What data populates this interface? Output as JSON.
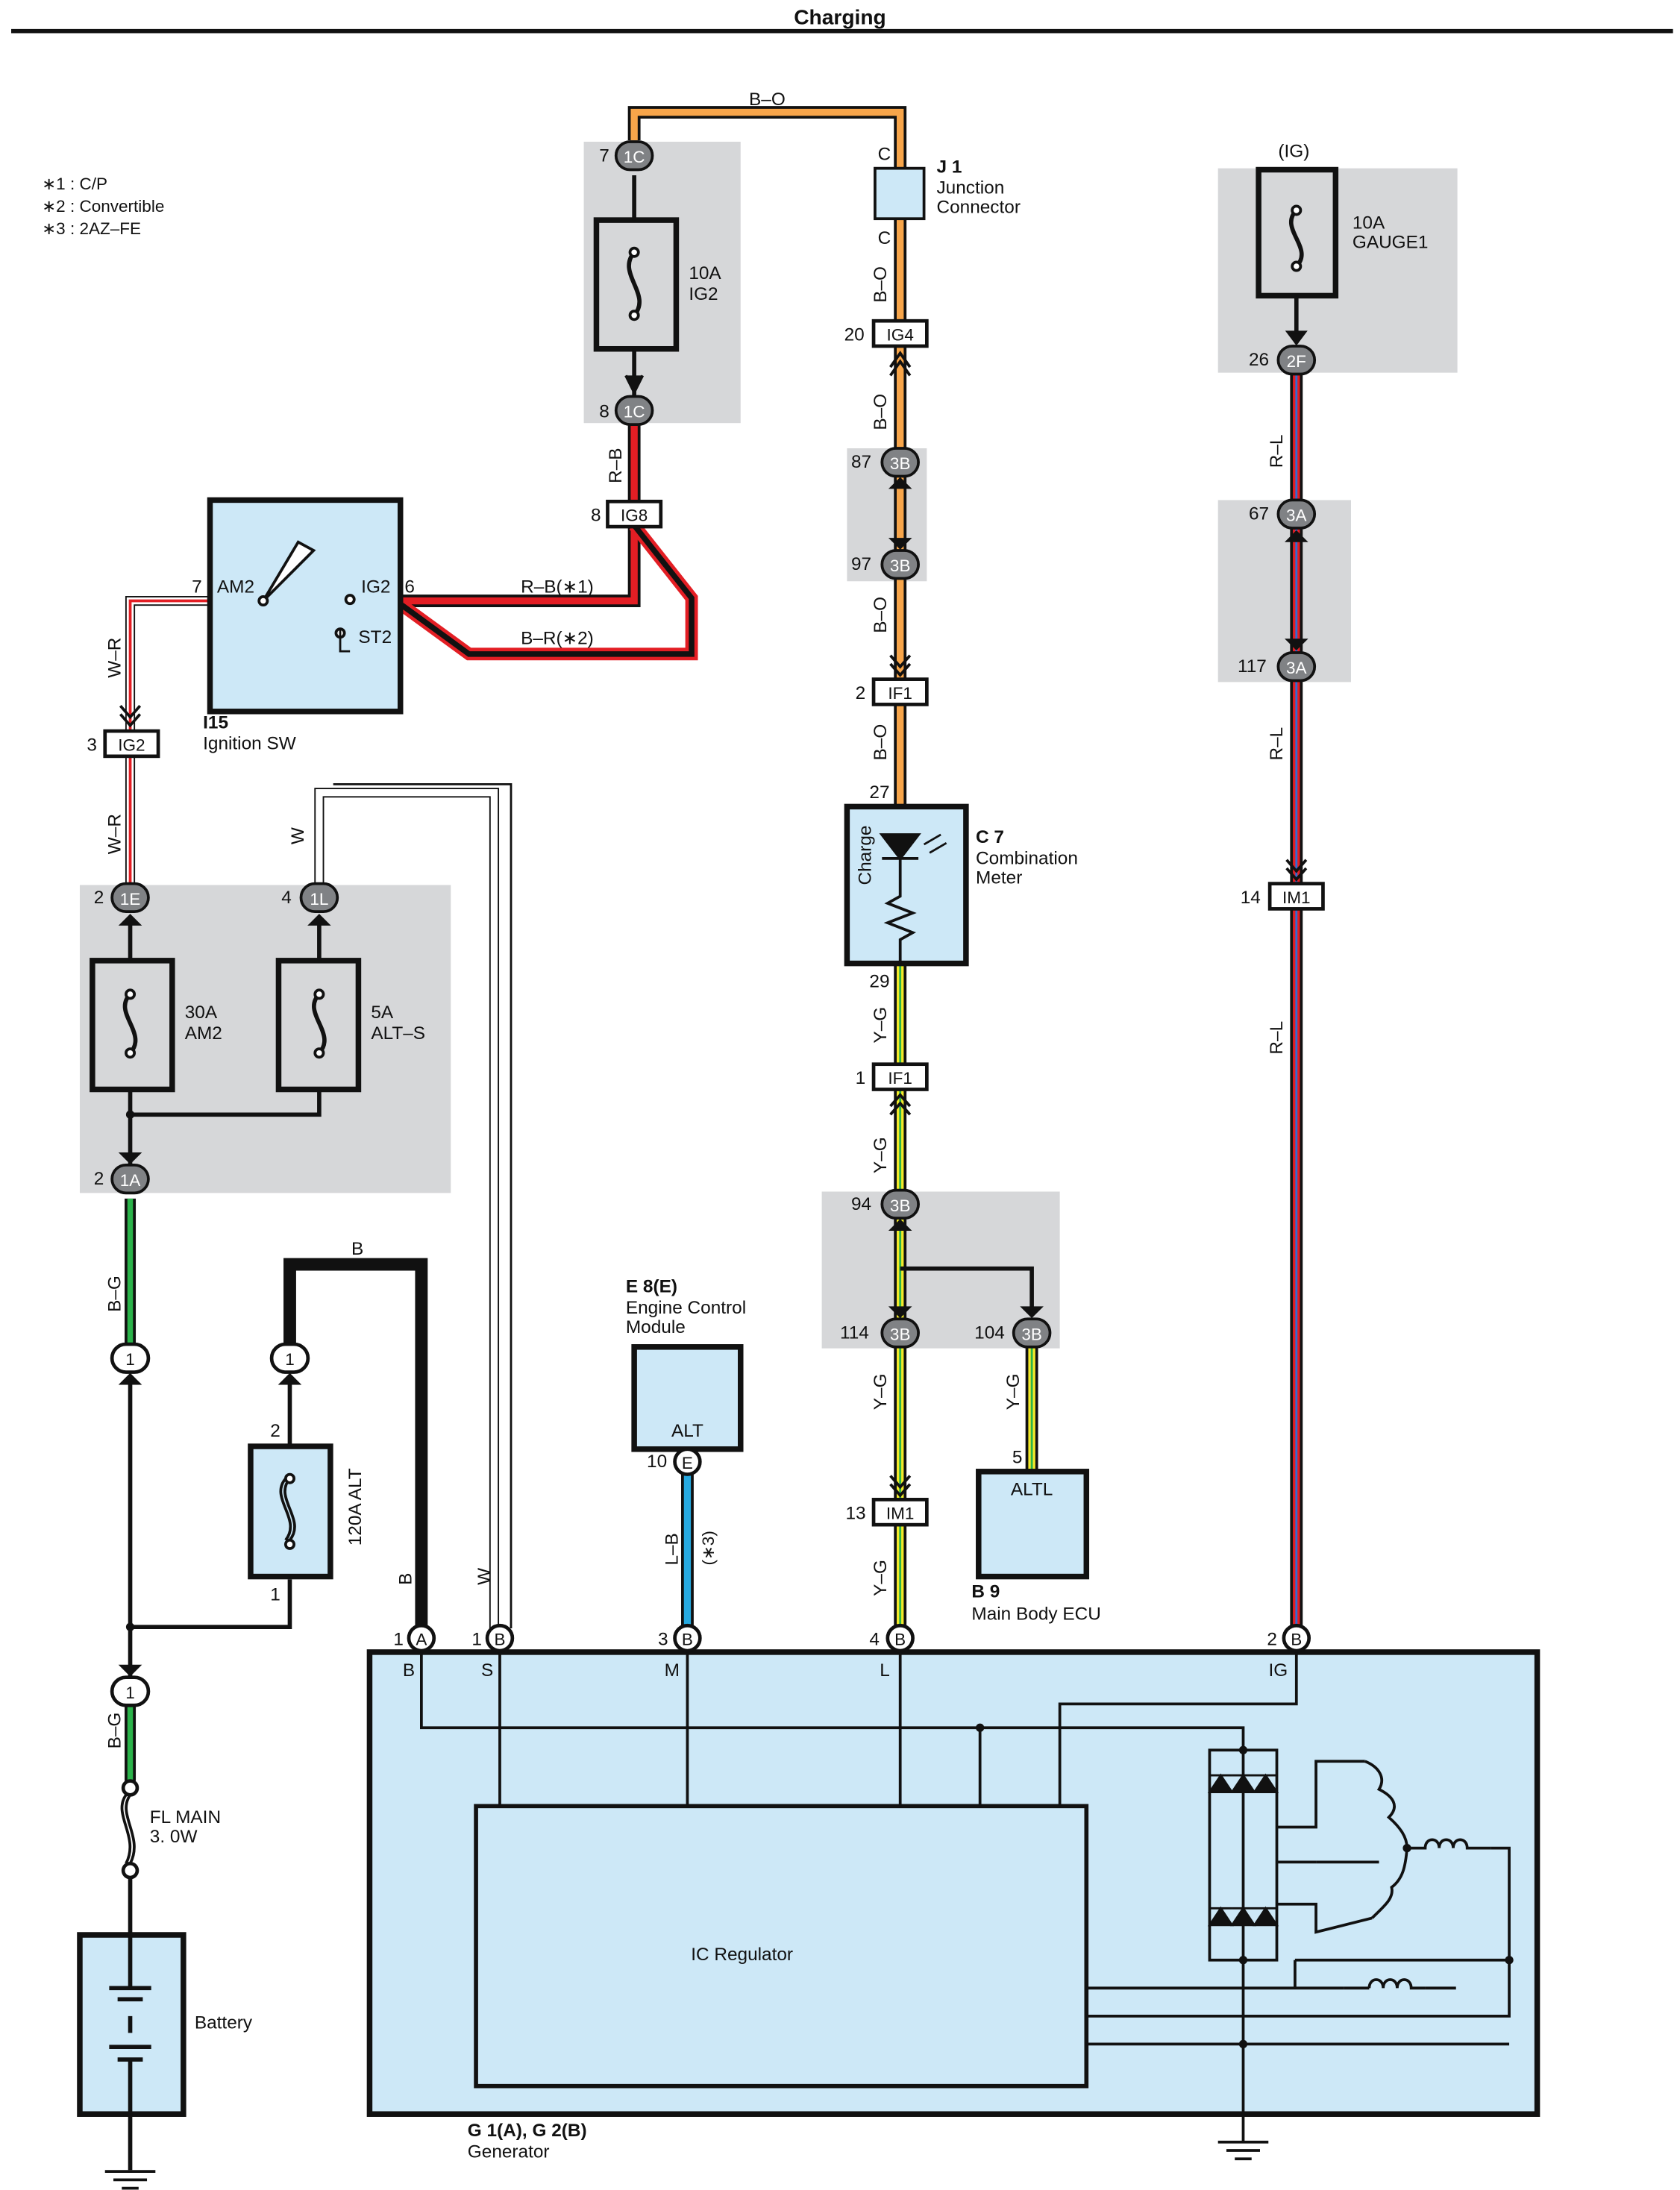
{
  "title": "Charging",
  "notes": [
    "∗1 : C/P",
    "∗2 : Convertible",
    "∗3 : 2AZ–FE"
  ],
  "components": {
    "ig2_fuse": {
      "amp": "10A",
      "name": "IG2"
    },
    "gauge1_fuse": {
      "amp": "10A",
      "name": "GAUGE1",
      "state": "(IG)"
    },
    "am2_fuse": {
      "amp": "30A",
      "name": "AM2"
    },
    "alts_fuse": {
      "amp": "5A",
      "name": "ALT–S"
    },
    "alt_fuse": {
      "name": "120A ALT"
    },
    "fl_main": {
      "name": "FL MAIN",
      "size": "3. 0W"
    },
    "battery": {
      "name": "Battery"
    },
    "ignition_sw": {
      "code": "I15",
      "name": "Ignition SW",
      "am2": "AM2",
      "ig2": "IG2",
      "st2": "ST2"
    },
    "junction_connector": {
      "code": "J 1",
      "name1": "Junction",
      "name2": "Connector"
    },
    "combination_meter": {
      "code": "C 7",
      "name1": "Combination",
      "name2": "Meter",
      "lamp": "Charge"
    },
    "ecm": {
      "code": "E 8(E)",
      "name1": "Engine Control",
      "name2": "Module",
      "terminal": "ALT"
    },
    "main_body_ecu": {
      "code": "B 9",
      "name": "Main Body ECU",
      "terminal": "ALTL"
    },
    "generator": {
      "code": "G 1(A), G 2(B)",
      "name": "Generator",
      "regulator": "IC Regulator",
      "terminals": [
        "B",
        "S",
        "M",
        "L",
        "IG"
      ]
    }
  },
  "wire_colors": {
    "bo": "B–O",
    "rb": "R–B",
    "rb1": "R–B(∗1)",
    "br2": "B–R(∗2)",
    "wr": "W–R",
    "w": "W",
    "bg": "B–G",
    "b": "B",
    "yg": "Y–G",
    "rl": "R–L",
    "lb": "L–B",
    "lb3": "(∗3)"
  },
  "connectors": {
    "c1c_top": "1C",
    "c1c_bot": "1C",
    "ig8": "IG8",
    "ig4": "IG4",
    "cj_top": "C",
    "cj_bot": "C",
    "c3b_87": "3B",
    "c3b_97": "3B",
    "if1_top": "IF1",
    "if1_bot": "IF1",
    "c3b_94": "3B",
    "c3b_114": "3B",
    "c3b_104": "3B",
    "im1_l": "IM1",
    "im1_r": "IM1",
    "c2f": "2F",
    "c3a_67": "3A",
    "c3a_117": "3A",
    "ig2c": "IG2",
    "c1e": "1E",
    "c1l": "1L",
    "c1a": "1A",
    "j1a": "1",
    "j1b": "1",
    "j1c": "1",
    "ga": "A",
    "gb1": "B",
    "gb3": "B",
    "gb4": "B",
    "gb2": "B",
    "ecm_e": "E"
  },
  "pins": {
    "p7a": "7",
    "p8a": "8",
    "p8b": "8",
    "p7sw": "7",
    "p6sw": "6",
    "p20": "20",
    "p87": "87",
    "p97": "97",
    "p2a": "2",
    "p27": "27",
    "p29": "29",
    "p1a": "1",
    "p94": "94",
    "p114": "114",
    "p104": "104",
    "p13": "13",
    "p5": "5",
    "p26": "26",
    "p67": "67",
    "p117": "117",
    "p14": "14",
    "p3a": "3",
    "p2b": "2",
    "p4a": "4",
    "p2c": "2",
    "p2d": "2",
    "p1b": "1",
    "p10": "10",
    "g1": "1",
    "g1s": "1",
    "g3": "3",
    "g4": "4",
    "g2": "2"
  }
}
